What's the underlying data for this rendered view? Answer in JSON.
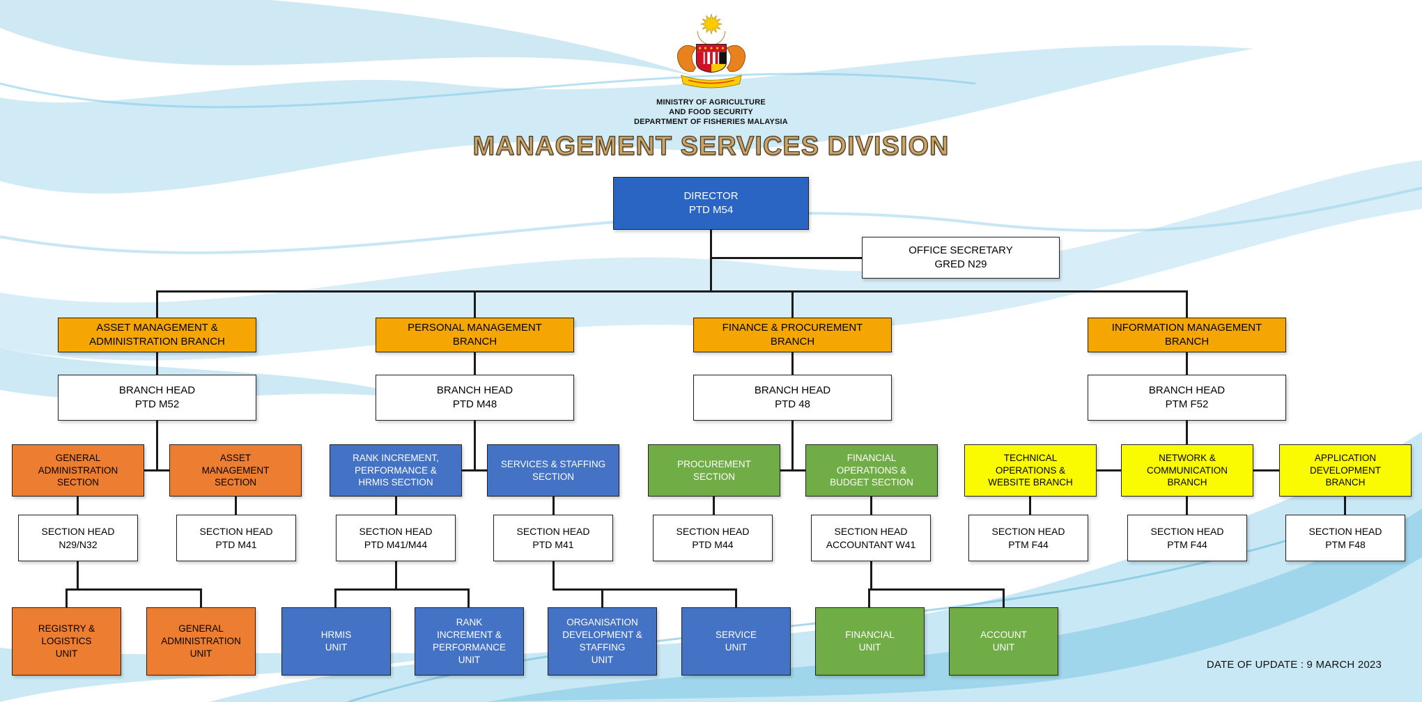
{
  "header": {
    "logo_icon": "malaysia-coat-of-arms",
    "ministry": "MINISTRY OF AGRICULTURE\nAND FOOD SECURITY\nDEPARTMENT OF FISHERIES MALAYSIA",
    "title": "MANAGEMENT SERVICES DIVISION"
  },
  "org": {
    "director": {
      "label": "DIRECTOR\nPTD M54"
    },
    "office_secretary": {
      "label": "OFFICE SECRETARY\nGRED N29"
    },
    "branches": [
      {
        "label": "ASSET MANAGEMENT &\nADMINISTRATION BRANCH",
        "head": "BRANCH HEAD\nPTD M52",
        "sections": [
          {
            "label": "GENERAL\nADMINISTRATION\nSECTION",
            "head": "SECTION HEAD\nN29/N32",
            "units": [
              {
                "label": "REGISTRY &\nLOGISTICS\nUNIT"
              },
              {
                "label": "GENERAL\nADMINISTRATION\nUNIT"
              }
            ]
          },
          {
            "label": "ASSET\nMANAGEMENT\nSECTION",
            "head": "SECTION HEAD\nPTD M41",
            "units": []
          }
        ]
      },
      {
        "label": "PERSONAL MANAGEMENT\nBRANCH",
        "head": "BRANCH HEAD\nPTD M48",
        "sections": [
          {
            "label": "RANK INCREMENT,\nPERFORMANCE &\nHRMIS SECTION",
            "head": "SECTION HEAD\nPTD M41/M44",
            "units": [
              {
                "label": "HRMIS\nUNIT"
              },
              {
                "label": "RANK\nINCREMENT &\nPERFORMANCE\nUNIT"
              }
            ]
          },
          {
            "label": "SERVICES & STAFFING\nSECTION",
            "head": "SECTION HEAD\nPTD M41",
            "units": [
              {
                "label": "ORGANISATION\nDEVELOPMENT &\nSTAFFING\nUNIT"
              },
              {
                "label": "SERVICE\nUNIT"
              }
            ]
          }
        ]
      },
      {
        "label": "FINANCE & PROCUREMENT\nBRANCH",
        "head": "BRANCH HEAD\nPTD 48",
        "sections": [
          {
            "label": "PROCUREMENT\nSECTION",
            "head": "SECTION HEAD\nPTD M44",
            "units": []
          },
          {
            "label": "FINANCIAL\nOPERATIONS &\nBUDGET SECTION",
            "head": "SECTION HEAD\nACCOUNTANT W41",
            "units": [
              {
                "label": "FINANCIAL\nUNIT"
              },
              {
                "label": "ACCOUNT\nUNIT"
              }
            ]
          }
        ]
      },
      {
        "label": "INFORMATION MANAGEMENT\nBRANCH",
        "head": "BRANCH HEAD\nPTM F52",
        "sections": [
          {
            "label": "TECHNICAL\nOPERATIONS &\nWEBSITE BRANCH",
            "head": "SECTION HEAD\nPTM F44",
            "units": []
          },
          {
            "label": "NETWORK &\nCOMMUNICATION\nBRANCH",
            "head": "SECTION HEAD\nPTM F44",
            "units": []
          },
          {
            "label": "APPLICATION\nDEVELOPMENT\nBRANCH",
            "head": "SECTION HEAD\nPTM F48",
            "units": []
          }
        ]
      }
    ]
  },
  "footer": {
    "date_of_update": "DATE OF UPDATE : 9 MARCH 2023"
  },
  "colors": {
    "director_blue": "#2B65C4",
    "branch_gold": "#F5A602",
    "section_orange": "#ED7D31",
    "section_blue": "#4472C4",
    "section_green": "#70AD47",
    "section_yellow": "#FBFB00",
    "connector": "#1A1A1A",
    "title_gold": "#CDA468",
    "wave_blue_light": "#BCE2F2",
    "wave_blue_dark": "#6EC0E0"
  }
}
